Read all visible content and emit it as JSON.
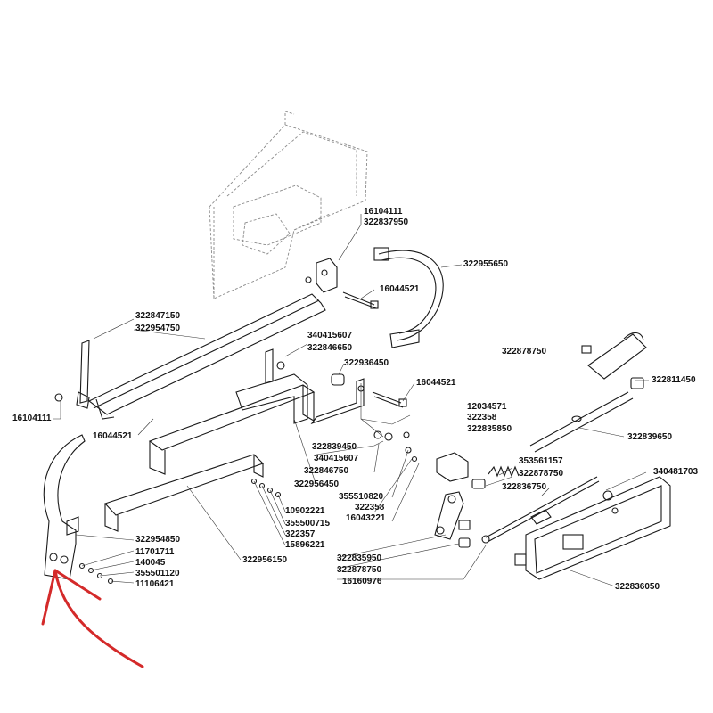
{
  "labels": {
    "l01": "16104111",
    "l02": "322837950",
    "l03": "322955650",
    "l04": "16044521",
    "l05": "322847150",
    "l06": "322954750",
    "l07": "340415607",
    "l08": "322846650",
    "l09": "322936450",
    "l10": "322878750",
    "l11": "322811450",
    "l12": "16044521",
    "l13": "12034571",
    "l14": "322358",
    "l15": "322835850",
    "l16": "322839650",
    "l17": "16104111",
    "l18": "16044521",
    "l19": "322839450",
    "l20": "340415607",
    "l21": "322846750",
    "l22": "353561157",
    "l23": "322878750",
    "l24": "340481703",
    "l25": "322836750",
    "l26": "322956450",
    "l27": "355510820",
    "l28": "322358",
    "l29": "16043221",
    "l30": "10902221",
    "l31": "355500715",
    "l32": "322357",
    "l33": "15896221",
    "l34": "322954850",
    "l35": "11701711",
    "l36": "140045",
    "l37": "355501120",
    "l38": "11106421",
    "l39": "322956150",
    "l40": "322835950",
    "l41": "322878750",
    "l42": "16160976",
    "l43": "322836050"
  },
  "colors": {
    "line": "#1a1a1a",
    "ghost": "#8a8a8a",
    "highlight_arrow": "#d42a2a"
  }
}
